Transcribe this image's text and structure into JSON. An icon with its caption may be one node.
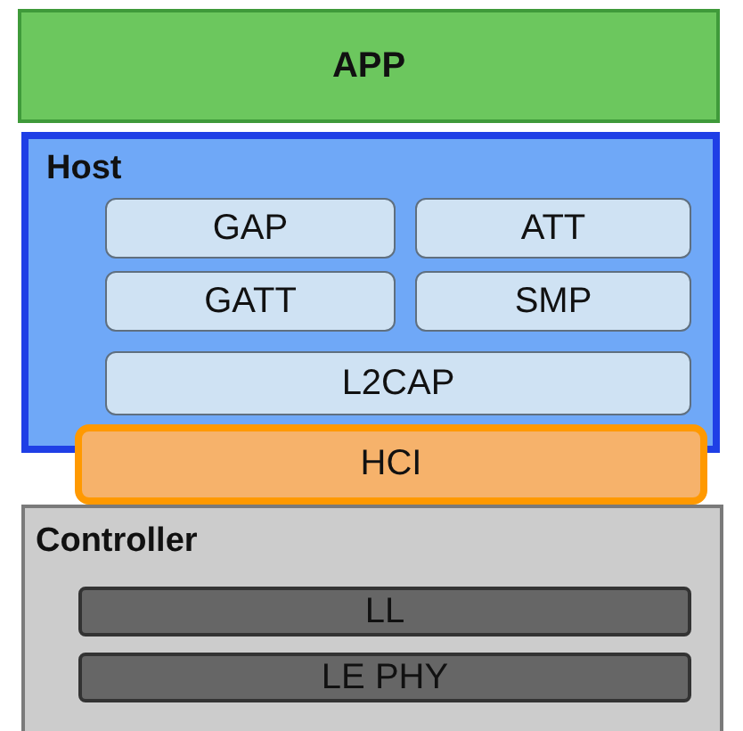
{
  "diagram": {
    "nodes": [
      {
        "text": [
          "APP"
        ]
      },
      {
        "text": [
          "Host"
        ]
      },
      {
        "text": [
          "GAP"
        ],
        "in": 1
      },
      {
        "text": [
          "ATT"
        ],
        "in": 1
      },
      {
        "text": [
          "GATT"
        ],
        "in": 1
      },
      {
        "text": [
          "SMP"
        ],
        "in": 1
      },
      {
        "text": [
          "L2CAP"
        ],
        "in": 1
      },
      {
        "text": [
          "HCI"
        ]
      },
      {
        "text": [
          "Controller"
        ]
      },
      {
        "text": [
          "LL"
        ],
        "in": 8
      },
      {
        "text": [
          "LE PHY"
        ],
        "in": 8
      }
    ]
  }
}
